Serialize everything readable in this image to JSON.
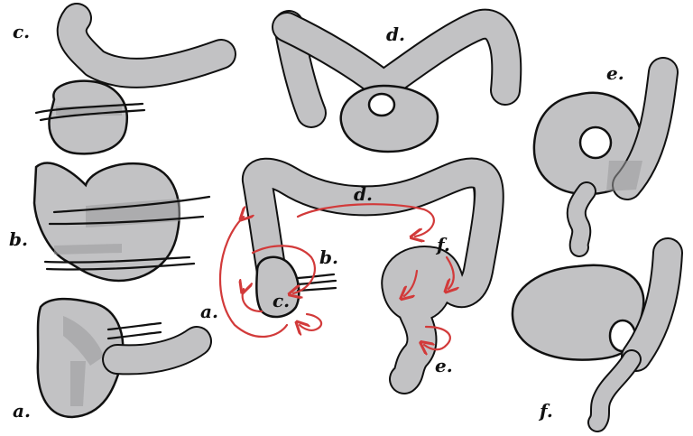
{
  "colors": {
    "fill": "#c2c2c4",
    "shade": "#9a9a9c",
    "outline": "#111111",
    "arrow": "#d23a3a",
    "background": "#ffffff"
  },
  "labels": {
    "panel_c": "c.",
    "panel_b": "b.",
    "panel_a": "a.",
    "panel_d": "d.",
    "panel_e": "e.",
    "panel_f": "f.",
    "center_a": "a.",
    "center_b": "b.",
    "center_c": "c.",
    "center_d": "d.",
    "center_e": "e.",
    "center_f": "f."
  }
}
